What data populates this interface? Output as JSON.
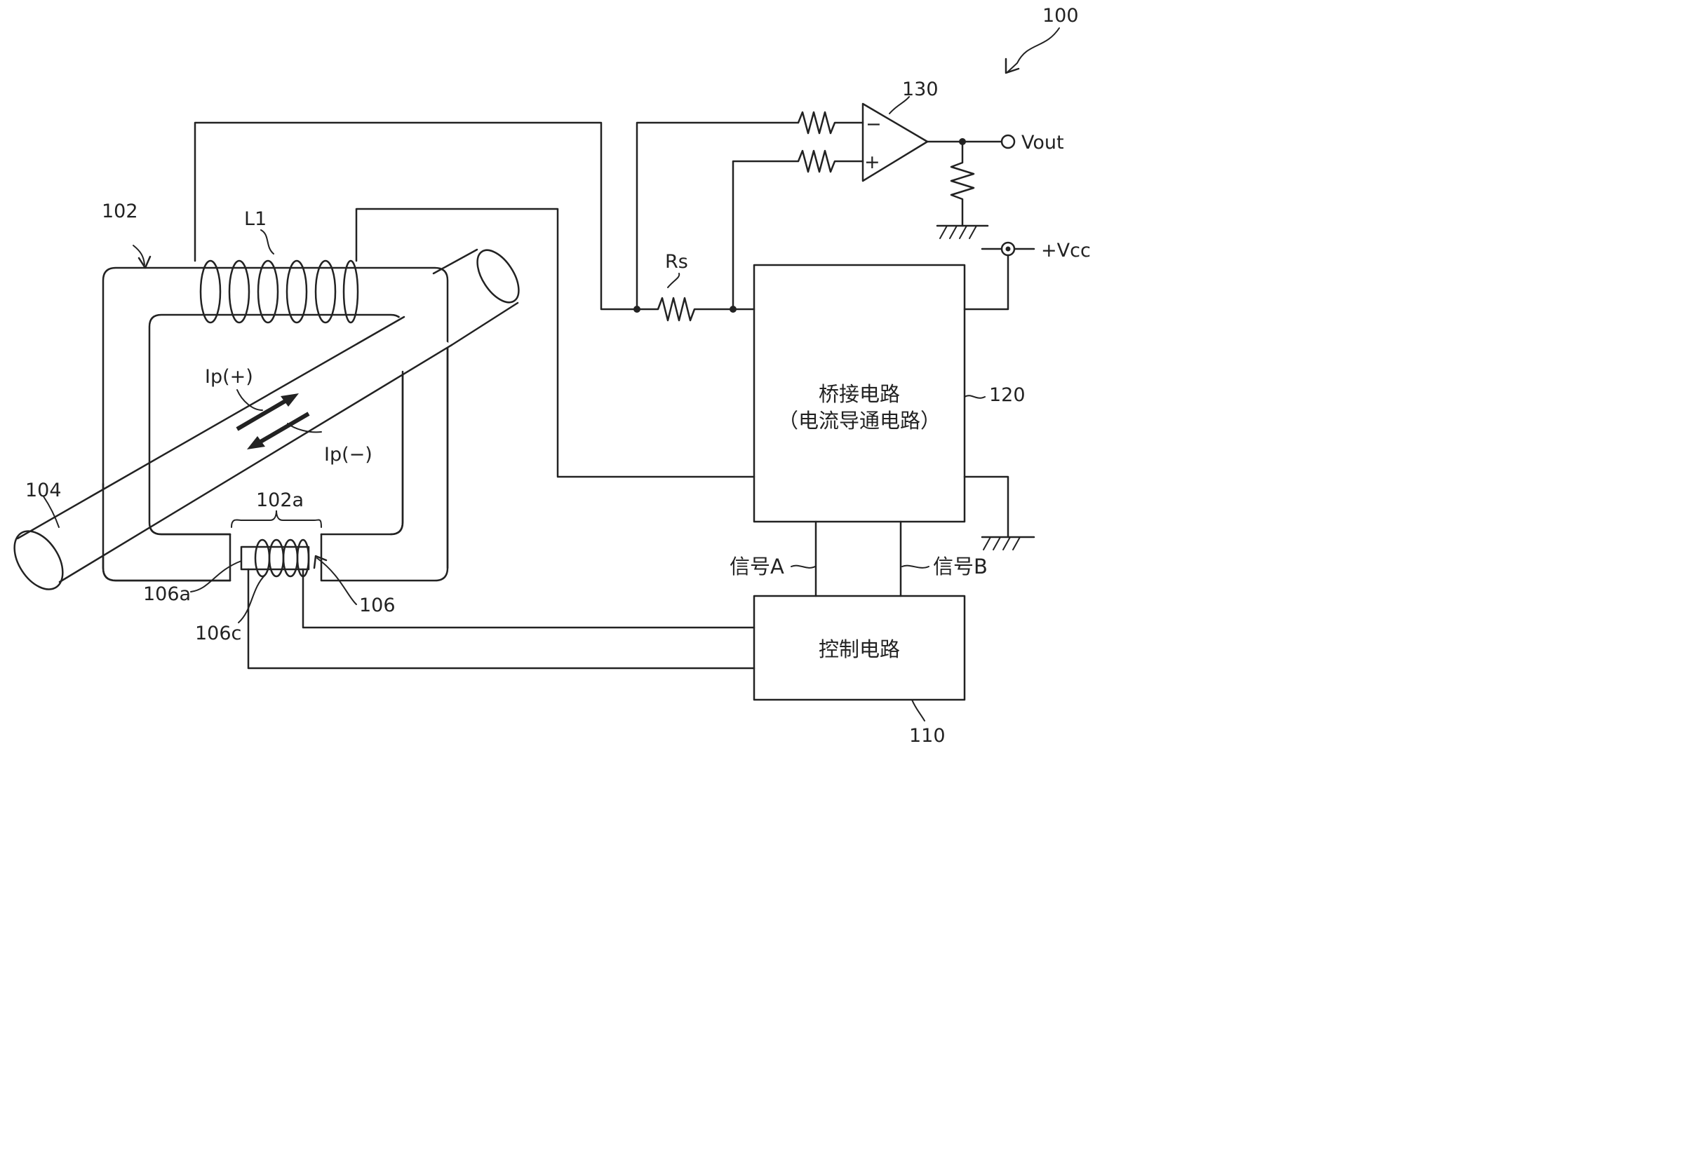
{
  "labels": {
    "ref_100": "100",
    "ref_102": "102",
    "ref_102a": "102a",
    "ref_104": "104",
    "ref_106": "106",
    "ref_106a": "106a",
    "ref_106c": "106c",
    "ref_110": "110",
    "ref_120": "120",
    "ref_130": "130",
    "coil_l1": "L1",
    "resistor_rs": "Rs",
    "vout": "Vout",
    "vcc": "+Vcc",
    "ip_plus": "Ip(+)",
    "ip_minus": "Ip(−)",
    "opamp_minus": "−",
    "opamp_plus": "+",
    "signal_a": "信号A",
    "signal_b": "信号B"
  },
  "blocks": {
    "bridge_line1": "桥接电路",
    "bridge_line2": "（电流导通电路）",
    "control": "控制电路"
  }
}
